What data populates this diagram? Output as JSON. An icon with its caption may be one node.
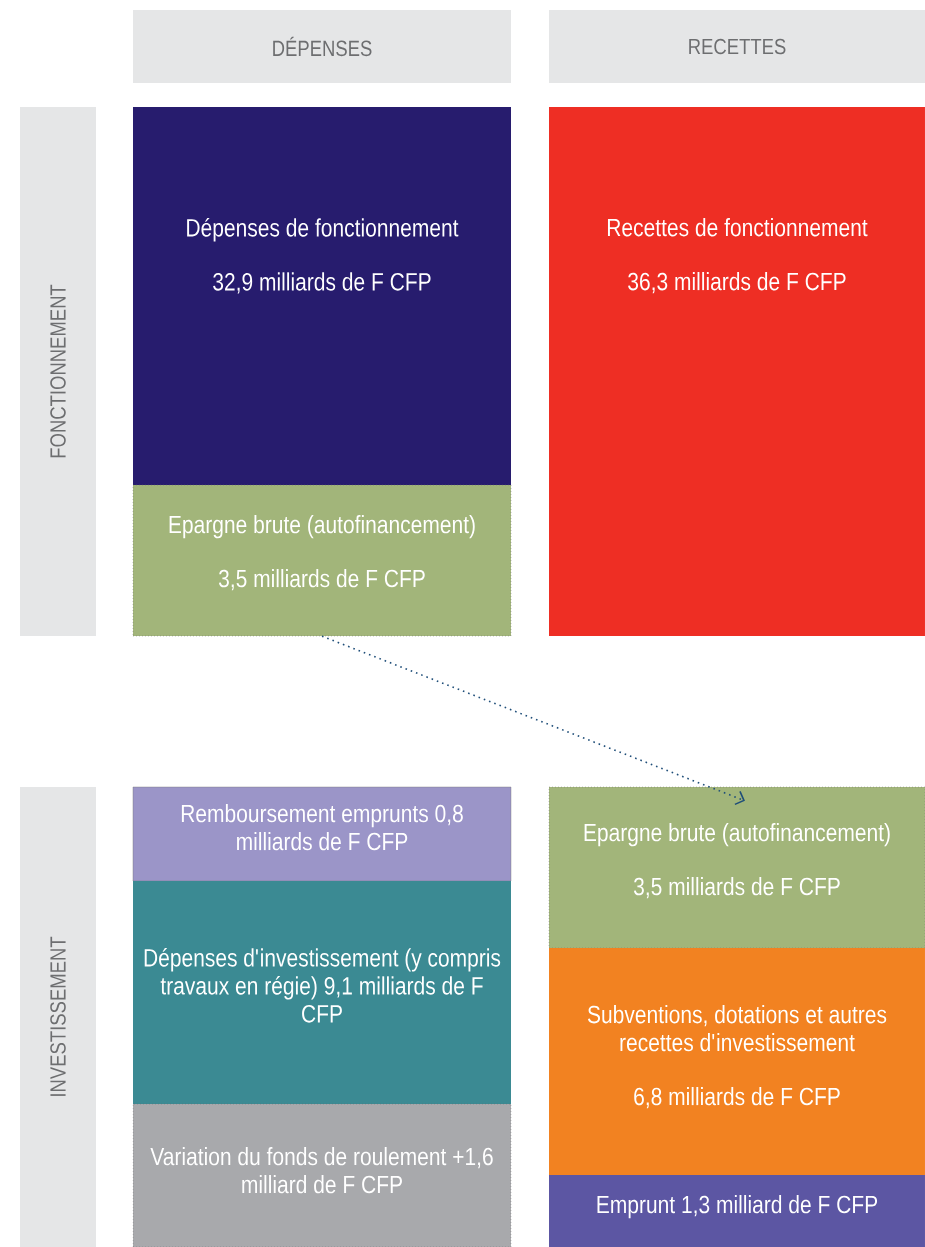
{
  "diagram": {
    "nodes": [
      {
        "text": [
          "DÉPENSES"
        ]
      },
      {
        "text": [
          "RECETTES"
        ]
      },
      {
        "text": [
          "FONCTIONNEMENT"
        ]
      },
      {
        "text": [
          "Dépenses de fonctionnement",
          "32,9 milliards de F CFP"
        ]
      },
      {
        "text": [
          "Epargne brute (autofinancement)",
          "3,5 milliards de F CFP"
        ]
      },
      {
        "text": [
          "Recettes de fonctionnement",
          "36,3 milliards de F CFP"
        ]
      },
      {
        "text": [
          "INVESTISSEMENT"
        ]
      },
      {
        "text": [
          "Remboursement emprunts 0,8 milliards de F CFP"
        ]
      },
      {
        "text": [
          "Dépenses d'investissement (y compris travaux en régie) 9,1 milliards de F CFP"
        ]
      },
      {
        "text": [
          "Variation du fonds de roulement +1,6 milliard de F CFP"
        ]
      },
      {
        "text": [
          "Epargne brute (autofinancement)",
          "3,5 milliards de F CFP"
        ]
      },
      {
        "text": [
          "Subventions, dotations et autres recettes d'investissement",
          "6,8 milliards de F CFP"
        ]
      },
      {
        "text": [
          "Emprunt 1,3 milliard de F CFP"
        ]
      }
    ],
    "edges": [
      {
        "from": 4,
        "to": 10,
        "arrow": "to",
        "style": "dashed"
      }
    ]
  }
}
